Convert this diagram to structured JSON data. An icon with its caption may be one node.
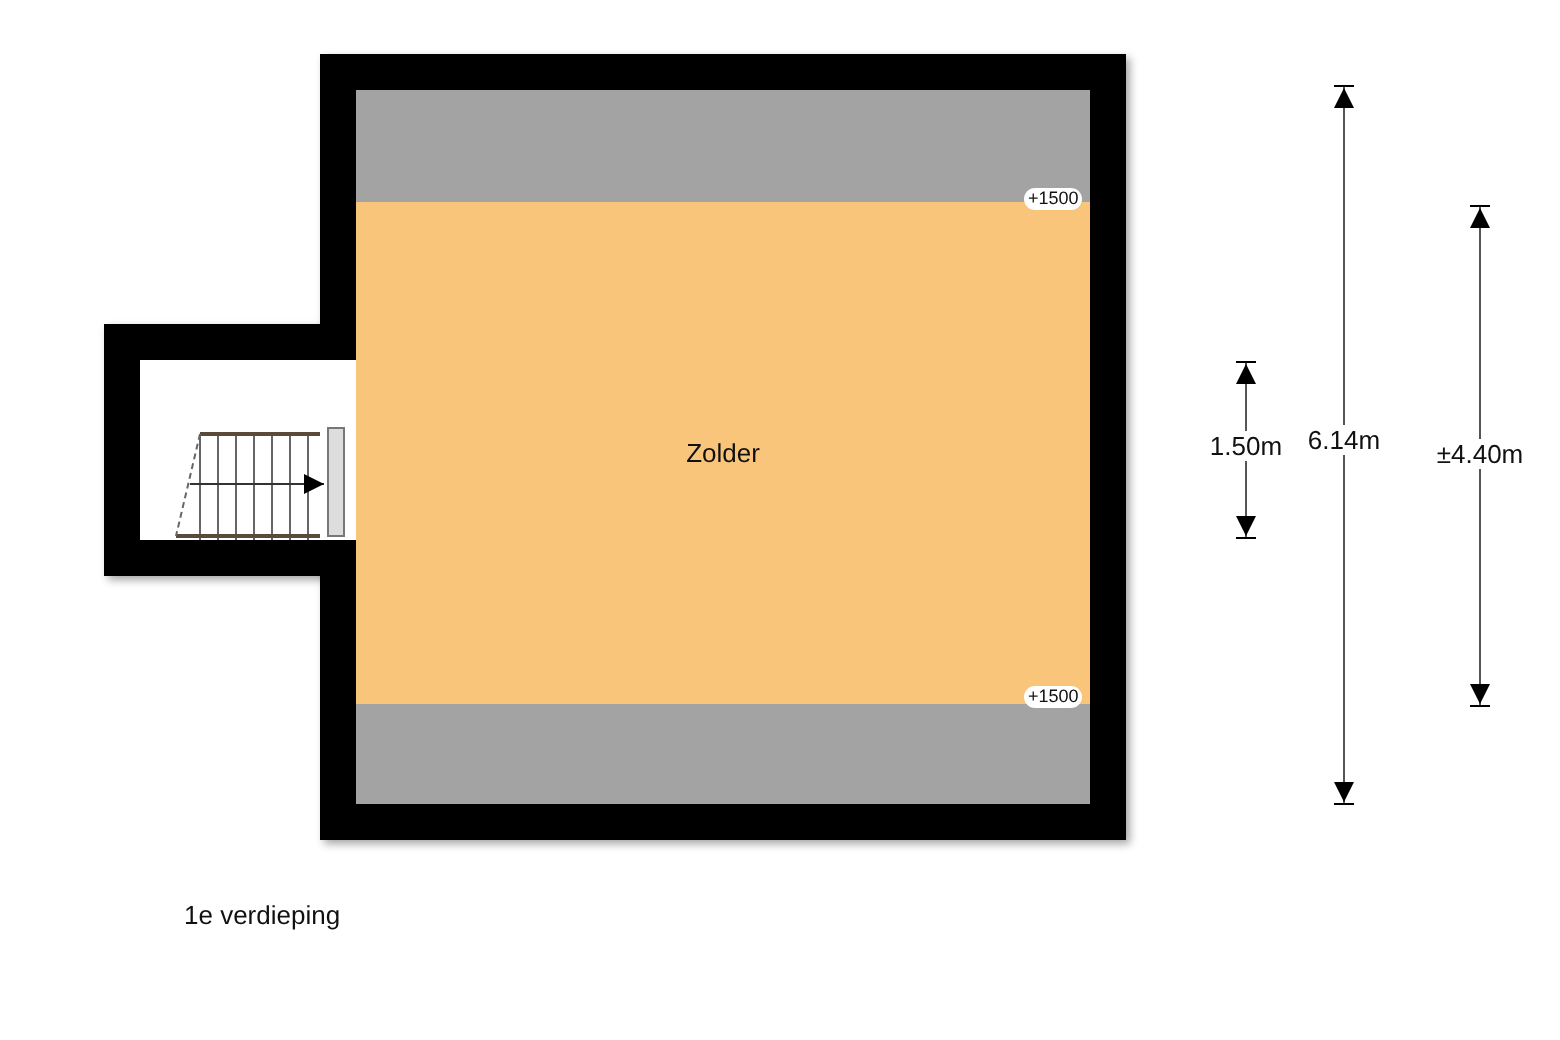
{
  "diagram": {
    "nodes": [
      {
        "text": [
          "Zolder"
        ]
      }
    ],
    "labels": [
      "+1500",
      "+1500",
      "1.50m",
      "6.14m",
      "±4.40m",
      "1e verdieping"
    ]
  }
}
